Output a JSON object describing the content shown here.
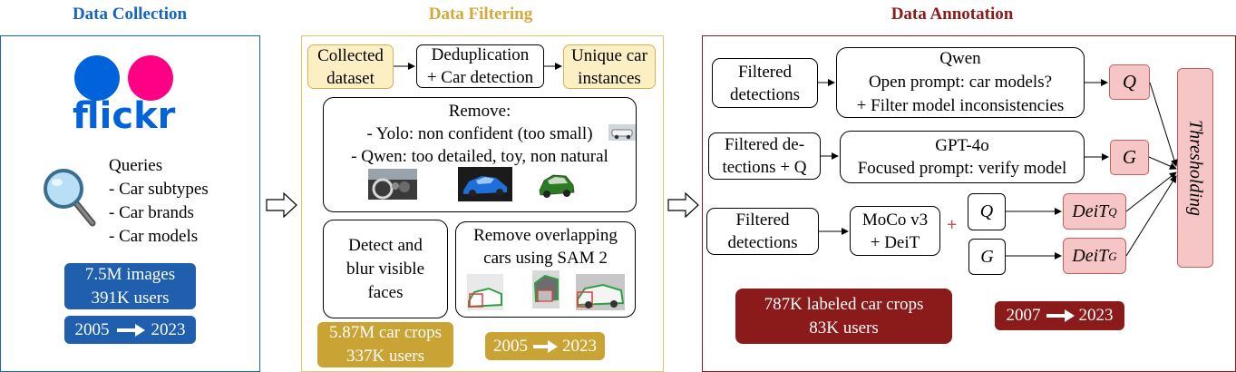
{
  "colors": {
    "collection": "#1565c0",
    "filtering": "#d4a93a",
    "annotation": "#8b1a1a",
    "filtering_box_fill": "#fdefc4",
    "filtering_box_border": "#d9b24f",
    "annotation_box_fill": "#f6c6c6",
    "annotation_box_border": "#c26060",
    "flickr_blue": "#0063dc",
    "flickr_pink": "#ff0084"
  },
  "collection": {
    "title": "Data Collection",
    "logo_text": "flickr",
    "queries": [
      "Queries",
      "- Car subtypes",
      "- Car brands",
      "- Car models"
    ],
    "stats": [
      "7.5M images",
      "391K users"
    ],
    "years": {
      "from": "2005",
      "to": "2023"
    }
  },
  "filtering": {
    "title": "Data Filtering",
    "collected": [
      "Collected",
      "dataset"
    ],
    "dedup": [
      "Deduplication",
      "+ Car detection"
    ],
    "unique": [
      "Unique car",
      "instances"
    ],
    "remove": [
      "Remove:",
      "- Yolo: non confident (too small)",
      "- Qwen: too detailed, toy, non natural"
    ],
    "detect": [
      "Detect and",
      "blur visible",
      "faces"
    ],
    "overlap": [
      "Remove overlapping",
      "cars using SAM 2"
    ],
    "stats": [
      "5.87M car crops",
      "337K users"
    ],
    "years": {
      "from": "2005",
      "to": "2023"
    }
  },
  "annotation": {
    "title": "Data Annotation",
    "row1_input": [
      "Filtered",
      "detections"
    ],
    "row1_model": [
      "Qwen",
      "Open prompt: car models?",
      "+ Filter model inconsistencies"
    ],
    "row1_out": "Q",
    "row2_input": [
      "Filtered de-",
      "tections + Q"
    ],
    "row2_model": [
      "GPT-4o",
      "Focused prompt: verify model"
    ],
    "row2_out": "G",
    "row3_input": [
      "Filtered",
      "detections"
    ],
    "row3_model": [
      "MoCo v3",
      "+ DeiT"
    ],
    "plus": "+",
    "q_label": "Q",
    "g_label": "G",
    "deit_base": "DeiT",
    "deit_q_sub": "Q",
    "deit_g_sub": "G",
    "thresholding": "Thresholding",
    "stats": [
      "787K labeled car crops",
      "83K users"
    ],
    "years": {
      "from": "2007",
      "to": "2023"
    }
  }
}
